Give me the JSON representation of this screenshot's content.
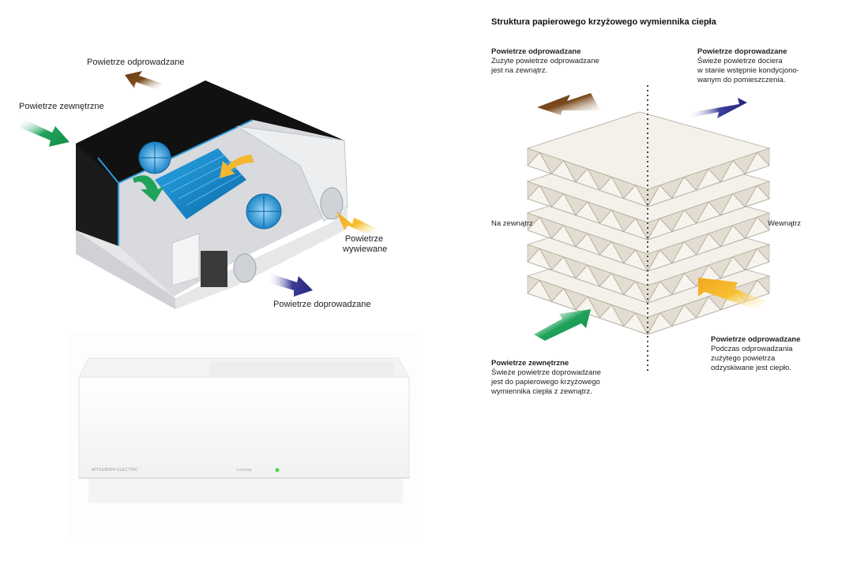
{
  "unit_diagram": {
    "label_exhaust_out": "Powietrze odprowadzane",
    "label_outdoor_air": "Powietrze zewnętrzne",
    "label_extract_line1": "Powietrze",
    "label_extract_line2": "wywiewane",
    "label_supply_air": "Powietrze doprowadzane"
  },
  "device": {
    "brand_text": "MITSUBISHI ELECTRIC",
    "model_text": "Lossnay"
  },
  "exchanger": {
    "title": "Struktura papierowego krzyżowego wymiennika ciepła",
    "top_left": {
      "heading": "Powietrze odprowadzane",
      "line1": "Zużyte powietrze odprowadzane",
      "line2": "jest na zewnątrz."
    },
    "top_right": {
      "heading": "Powietrze doprowadzane",
      "line1": "Świeże powietrze dociera",
      "line2": "w stanie wstępnie kondycjono-",
      "line3": "wanym do pomieszczenia."
    },
    "side_left": "Na zewnątrz",
    "side_right": "Wewnątrz",
    "bottom_left": {
      "heading": "Powietrze zewnętrzne",
      "line1": "Świeże powietrze doprowadzane",
      "line2": "jest do papierowego krzyżowego",
      "line3": "wymiennika ciepła z zewnątrz."
    },
    "bottom_right": {
      "heading": "Powietrze odprowadzane",
      "line1": "Podczas odprowadzania",
      "line2": "zużytego powietrza",
      "line3": "odzyskiwane jest ciepło."
    }
  },
  "colors": {
    "exhaust_brown": "#7a4a1c",
    "outdoor_green": "#1fa35a",
    "supply_navy": "#2e2f86",
    "extract_yellow": "#f2b62d",
    "core_blue": "#1f8fd0",
    "paper": "#f3f0ea"
  }
}
